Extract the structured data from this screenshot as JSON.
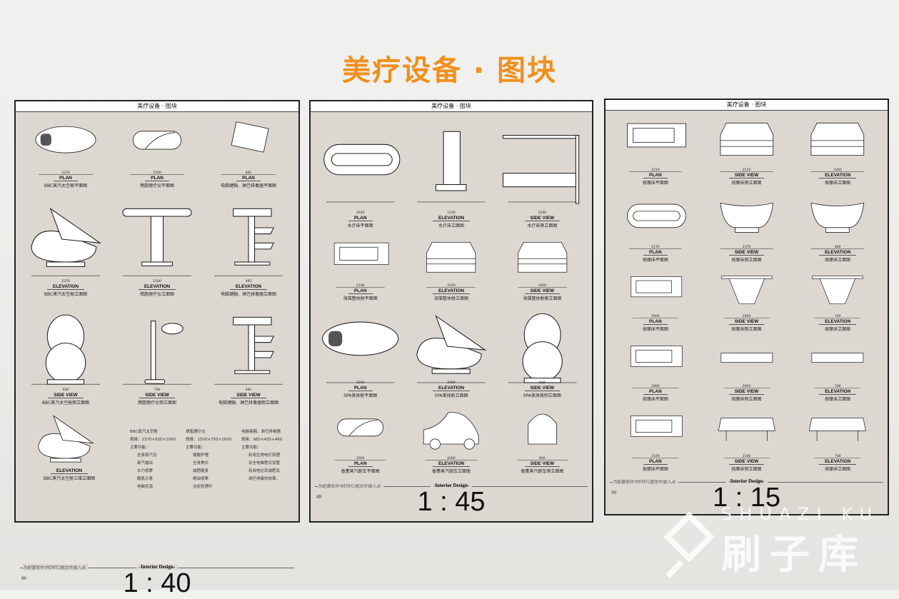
{
  "title": "美疗设备 · 图块",
  "panels": [
    {
      "header": "美疗设备 · 图块",
      "rows": [
        [
          {
            "view": "PLAN",
            "caption": "BBC蒸汽太空舱平面图",
            "dim": "2370",
            "shape": "pod"
          },
          {
            "view": "PLAN",
            "caption": "燃脂理疗仪平面图",
            "dim": "1500",
            "shape": "capsule"
          },
          {
            "view": "PLAN",
            "caption": "电脑键胸、淋巴排毒器平面图",
            "dim": "465",
            "shape": "device"
          }
        ],
        [
          {
            "view": "ELEVATION",
            "caption": "BBC蒸汽太空舱立面图",
            "dim": "2370",
            "shape": "pod-open"
          },
          {
            "view": "ELEVATION",
            "caption": "燃脂理疗仪立面图",
            "dim": "1500",
            "shape": "stand"
          },
          {
            "view": "ELEVATION",
            "caption": "电脑键胸、淋巴排毒器立面图",
            "dim": "465",
            "shape": "cart"
          }
        ],
        [
          {
            "view": "SIDE VIEW",
            "caption": "BBC蒸汽太空舱侧立面图",
            "dim": "920",
            "shape": "egg"
          },
          {
            "view": "SIDE VIEW",
            "caption": "燃脂理疗仪侧立面图",
            "dim": "750",
            "shape": "lamp"
          },
          {
            "view": "SIDE VIEW",
            "caption": "电脑键胸、淋巴排毒器侧立面图",
            "dim": "465",
            "shape": "cart"
          }
        ]
      ],
      "bottom": {
        "view": "ELEVATION",
        "caption": "BBC蒸汽太空舱三维立面图"
      },
      "specs": [
        [
          "BBC蒸汽太空舱",
          "规格：2370×920×1060",
          "主要功能：",
          "全身蒸汽浴",
          "氧气输出",
          "水力按摩",
          "腹肌示意",
          "电脑控温"
        ],
        [
          "燃脂理疗仪",
          "规格：1500×750×1600",
          "主要功能：",
          "瘦腿护理",
          "全身美白",
          "减肥瘦身",
          "精油按摩",
          "治愈性理疗"
        ],
        [
          "电脑键胸、淋巴排毒器",
          "规格：985×435×460",
          "主要功能：",
          "利用生物电疗原理",
          "及全电脑程式设置",
          "有效地达到减肥及",
          "淋巴排毒的效果。"
        ]
      ],
      "footer": {
        "note": "为配套软件中DWG图文件插入点",
        "brand": "-Interior Design-",
        "page": "86",
        "scale": "1 : 40"
      }
    },
    {
      "header": "美疗设备 · 图块",
      "rows": [
        [
          {
            "view": "PLAN",
            "caption": "水疗床平面图",
            "dim": "2500",
            "shape": "tub"
          },
          {
            "view": "ELEVATION",
            "caption": "水疗床立面图",
            "dim": "1100",
            "shape": "tower"
          },
          {
            "view": "SIDE VIEW",
            "caption": "水疗床侧立面图",
            "dim": "2500",
            "shape": "bed-shower"
          }
        ],
        [
          {
            "view": "PLAN",
            "caption": "海藻整体舱平面图",
            "dim": "2100",
            "shape": "rect"
          },
          {
            "view": "ELEVATION",
            "caption": "海藻整体舱立面图",
            "dim": "2100",
            "shape": "box"
          },
          {
            "view": "SIDE VIEW",
            "caption": "海藻整体舱侧立面图",
            "dim": "1000",
            "shape": "box"
          }
        ],
        [
          {
            "view": "PLAN",
            "caption": "SPA美体舱平面图",
            "dim": "2300",
            "shape": "pod"
          },
          {
            "view": "ELEVATION",
            "caption": "SPA美体舱立面图",
            "dim": "2300",
            "shape": "pod-open"
          },
          {
            "view": "SIDE VIEW",
            "caption": "SPA美体舱侧立面图",
            "dim": "920",
            "shape": "egg"
          }
        ],
        [
          {
            "view": "PLAN",
            "caption": "香薰蒸汽跑车平面图",
            "dim": "2000",
            "shape": "capsule"
          },
          {
            "view": "ELEVATION",
            "caption": "香薰蒸汽跑车立面图",
            "dim": "2000",
            "shape": "car"
          },
          {
            "view": "SIDE VIEW",
            "caption": "香薰蒸汽跑车侧立面图",
            "dim": "800",
            "shape": "arch"
          }
        ]
      ],
      "footer": {
        "note": "为配套软件中DWG图文件插入点",
        "brand": "-Interior Design-",
        "page": "88",
        "scale": "1 : 45"
      }
    },
    {
      "header": "美疗设备 · 图块",
      "rows": [
        [
          {
            "view": "PLAN",
            "caption": "按摩床平面图",
            "dim": "2210",
            "shape": "rect"
          },
          {
            "view": "SIDE VIEW",
            "caption": "按摩床侧立面图",
            "dim": "2210",
            "shape": "box"
          },
          {
            "view": "ELEVATION",
            "caption": "按摩床立面图",
            "dim": "1040",
            "shape": "box"
          }
        ],
        [
          {
            "view": "PLAN",
            "caption": "按摩床平面图",
            "dim": "2170",
            "shape": "tub"
          },
          {
            "view": "SIDE VIEW",
            "caption": "按摩床侧立面图",
            "dim": "2170",
            "shape": "bath"
          },
          {
            "view": "ELEVATION",
            "caption": "按摩床立面图",
            "dim": "980",
            "shape": "bath"
          }
        ],
        [
          {
            "view": "PLAN",
            "caption": "按摩床平面图",
            "dim": "2000",
            "shape": "rect"
          },
          {
            "view": "SIDE VIEW",
            "caption": "按摩床侧立面图",
            "dim": "2000",
            "shape": "table"
          },
          {
            "view": "ELEVATION",
            "caption": "按摩床立面图",
            "dim": "700",
            "shape": "table"
          }
        ],
        [
          {
            "view": "PLAN",
            "caption": "按摩床平面图",
            "dim": "2000",
            "shape": "rect"
          },
          {
            "view": "SIDE VIEW",
            "caption": "按摩床侧立面图",
            "dim": "2000",
            "shape": "flat"
          },
          {
            "view": "ELEVATION",
            "caption": "按摩床立面图",
            "dim": "700",
            "shape": "flat"
          }
        ],
        [
          {
            "view": "PLAN",
            "caption": "按摩床平面图",
            "dim": "2100",
            "shape": "rect"
          },
          {
            "view": "SIDE VIEW",
            "caption": "按摩床侧立面图",
            "dim": "2100",
            "shape": "cloth"
          },
          {
            "view": "ELEVATION",
            "caption": "按摩床立面图",
            "dim": "700",
            "shape": "cloth"
          }
        ]
      ],
      "footer": {
        "note": "为配套软件中DWG图文件插入点",
        "brand": "-Interior Design-",
        "page": "90",
        "scale": "1 : 15"
      }
    }
  ],
  "watermark": {
    "latin": "SHUAZI KU",
    "chinese": "刷子库"
  },
  "colors": {
    "title": "#f0901e",
    "panel": "#dcd7d1",
    "frame": "#222222"
  }
}
